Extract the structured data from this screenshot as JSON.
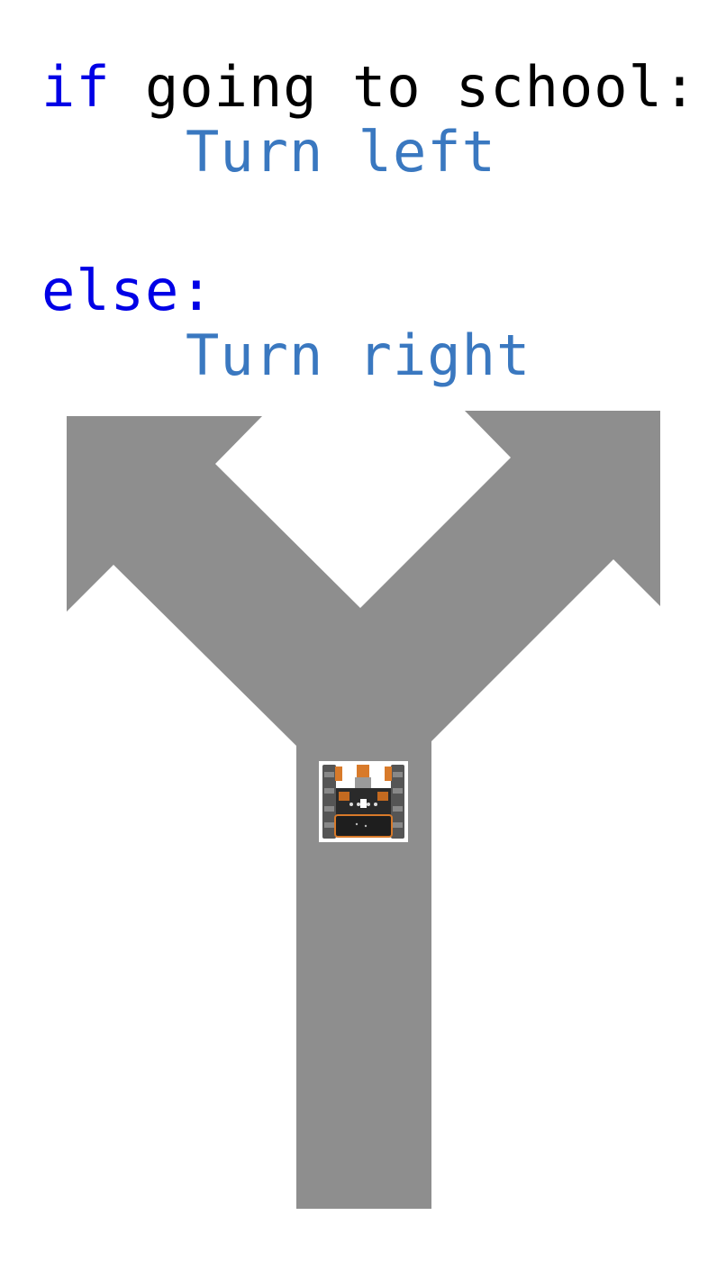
{
  "code": {
    "if_keyword": "if",
    "condition": " going to school:",
    "if_action": "Turn left",
    "else_keyword": "else:",
    "else_action": "Turn right"
  },
  "colors": {
    "keyword": "#0000e6",
    "plain_text": "#000000",
    "action_text": "#3a78c0",
    "road": "#8e8e8e",
    "background": "#ffffff"
  },
  "diagram": {
    "road": "fork-road-arrows",
    "branches": [
      "left",
      "right"
    ],
    "robot": "robot-icon"
  }
}
